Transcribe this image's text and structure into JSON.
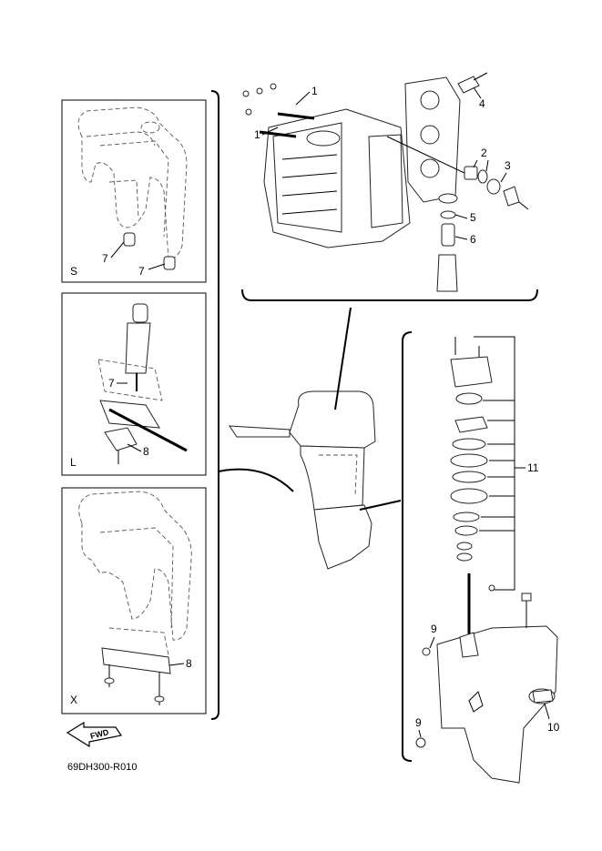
{
  "panels": {
    "s": {
      "letter": "S"
    },
    "l": {
      "letter": "L"
    },
    "x": {
      "letter": "X"
    }
  },
  "callouts": {
    "c1a": "1",
    "c1b": "1",
    "c2": "2",
    "c3": "3",
    "c4": "4",
    "c5": "5",
    "c6": "6",
    "c7a": "7",
    "c7b": "7",
    "c7c": "7",
    "c8a": "8",
    "c8b": "8",
    "c9a": "9",
    "c9b": "9",
    "c10": "10",
    "c11": "11"
  },
  "fwd_label": "FWD",
  "diagram_code": "69DH300-R010"
}
